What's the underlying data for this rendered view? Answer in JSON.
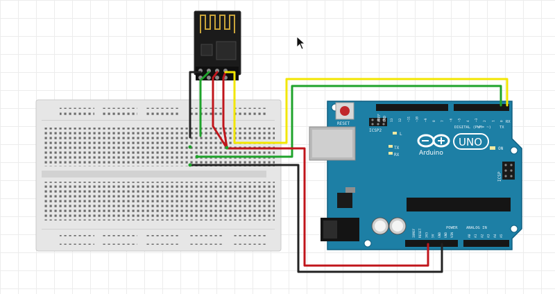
{
  "arduino": {
    "reset_label": "RESET",
    "icsp2_label": "ICSP2",
    "icsp_label": "ICSP",
    "tx_label": "TX",
    "rx_label": "RX",
    "l_label": "L",
    "on_label": "ON",
    "brand_label": "Arduino",
    "model_label": "UNO",
    "digital_label": "DIGITAL (PWM= ~)",
    "power_label": "POWER",
    "analog_label": "ANALOG IN",
    "aref_label": "AREF",
    "gnd_label": "GND",
    "tx_pin_label": "TX",
    "rx_pin_label": "RX",
    "digital_pins": [
      "13",
      "12",
      "~11",
      "~10",
      "~9",
      "8",
      "7",
      "~6",
      "~5",
      "4",
      "~3",
      "2",
      "1",
      "0"
    ],
    "power_pins": [
      "IOREF",
      "RESET",
      "3V3",
      "5V",
      "GND",
      "GND",
      "VIN"
    ],
    "analog_pins": [
      "A0",
      "A1",
      "A2",
      "A3",
      "A4",
      "A5"
    ]
  },
  "wires": {
    "colors": {
      "black": "#222222",
      "green": "#1fa32b",
      "red": "#c0151b",
      "yellow": "#f2e600"
    }
  },
  "colors": {
    "board": "#1d7fa5",
    "board_edge": "#0f5f80",
    "breadboard": "#e6e6e6",
    "module": "#1b1b1b"
  }
}
